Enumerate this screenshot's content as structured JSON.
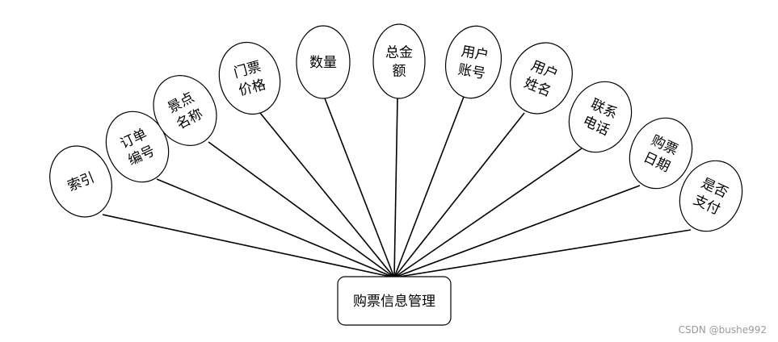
{
  "entity": {
    "label": "购票信息管理"
  },
  "attributes": [
    {
      "lines": [
        "索引"
      ]
    },
    {
      "lines": [
        "订单",
        "编号"
      ]
    },
    {
      "lines": [
        "景点",
        "名称"
      ]
    },
    {
      "lines": [
        "门票",
        "价格"
      ]
    },
    {
      "lines": [
        "数量"
      ]
    },
    {
      "lines": [
        "总金",
        "额"
      ]
    },
    {
      "lines": [
        "用户",
        "账号"
      ]
    },
    {
      "lines": [
        "用户",
        "姓名"
      ]
    },
    {
      "lines": [
        "联系",
        "电话"
      ]
    },
    {
      "lines": [
        "购票",
        "日期"
      ]
    },
    {
      "lines": [
        "是否",
        "支付"
      ]
    }
  ],
  "watermark": "CSDN @bushe992"
}
